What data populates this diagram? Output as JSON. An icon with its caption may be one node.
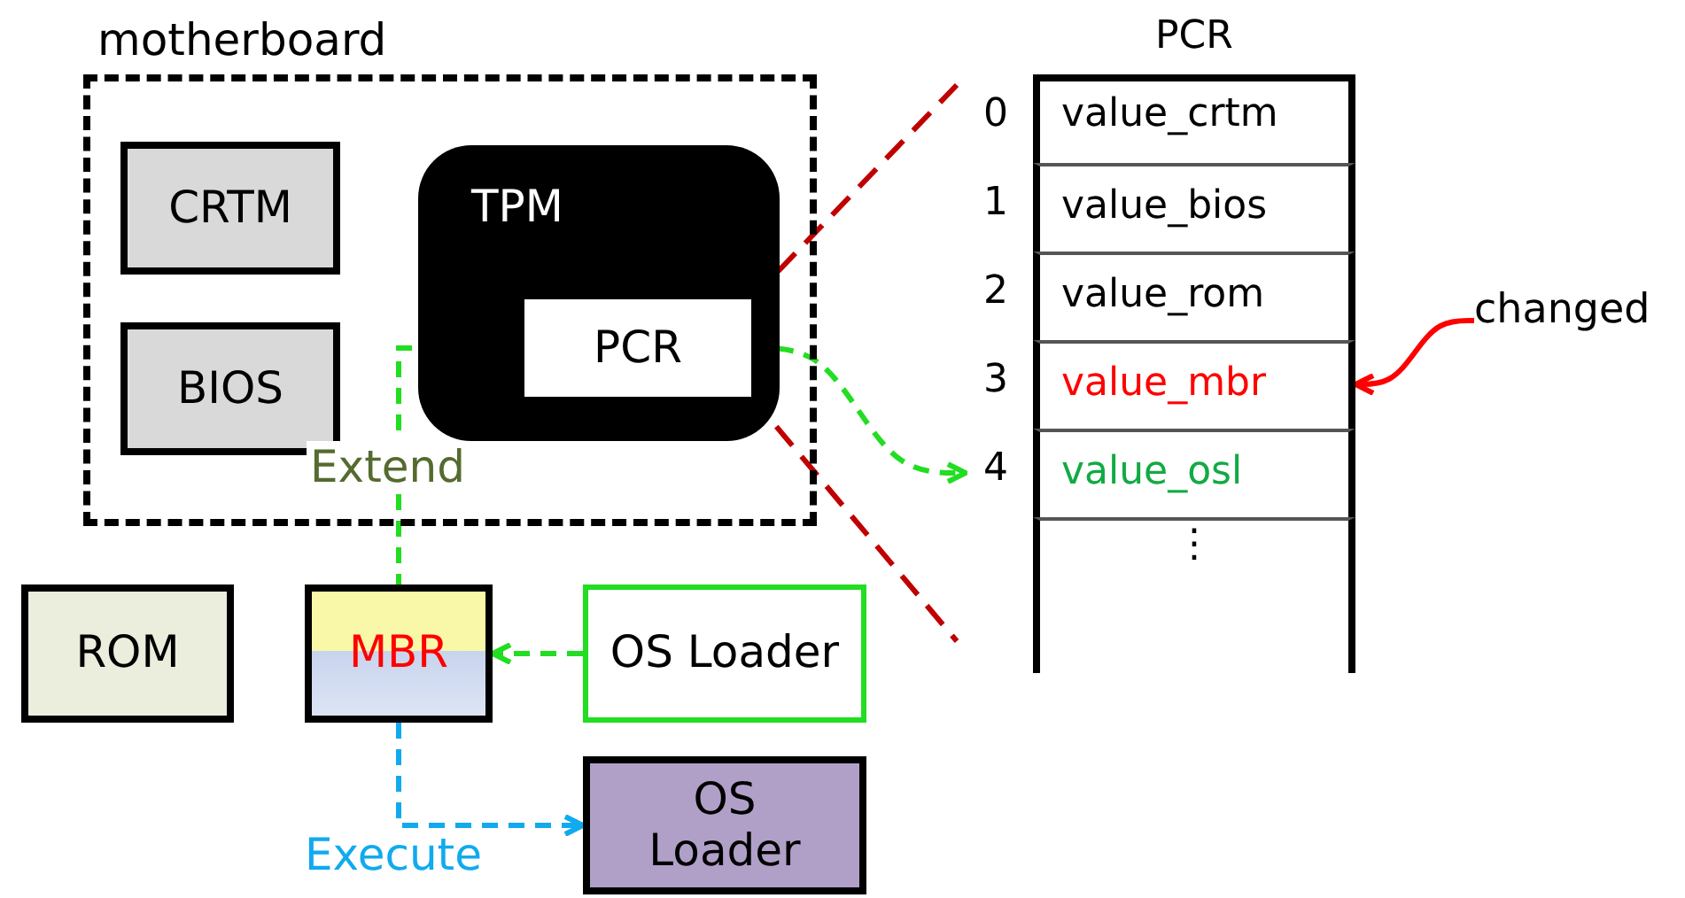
{
  "diagram": {
    "nodes": [
      {
        "text": [
          "motherboard"
        ]
      },
      {
        "text": [
          "CRTM"
        ],
        "in": 0
      },
      {
        "text": [
          "BIOS"
        ],
        "in": 0
      },
      {
        "text": [
          "TPM"
        ],
        "in": 0
      },
      {
        "text": [
          "PCR"
        ],
        "in": 3
      },
      {
        "text": [
          "ROM"
        ]
      },
      {
        "text": [
          "MBR"
        ]
      },
      {
        "text": [
          "OS Loader"
        ]
      },
      {
        "text": [
          "OS Loader"
        ]
      },
      {
        "text": [
          "PCR"
        ]
      },
      {
        "text": [
          "value_crtm"
        ],
        "in": 9,
        "beside": [
          "0"
        ]
      },
      {
        "text": [
          "value_bios"
        ],
        "in": 9,
        "beside": [
          "1"
        ]
      },
      {
        "text": [
          "value_rom"
        ],
        "in": 9,
        "beside": [
          "2"
        ]
      },
      {
        "text": [
          "value_mbr"
        ],
        "in": 9,
        "beside": [
          "3"
        ]
      },
      {
        "text": [
          "value_osl"
        ],
        "in": 9,
        "beside": [
          "4"
        ]
      },
      {
        "text": [
          "⋮"
        ],
        "in": 9
      },
      {
        "text": [
          "changed"
        ]
      }
    ],
    "edges": [
      {
        "from": 6,
        "to": 4,
        "arrow": "to",
        "label": "Extend",
        "style": "dashed"
      },
      {
        "from": 7,
        "to": 6,
        "arrow": "to",
        "style": "dashed"
      },
      {
        "from": 6,
        "to": 8,
        "arrow": "to",
        "label": "Execute",
        "style": "dashed",
        "color": "#11aaee"
      },
      {
        "from": 4,
        "to": 14,
        "arrow": "to",
        "style": "dashed"
      },
      {
        "from": 16,
        "to": 13,
        "arrow": "to",
        "color": "#ff0000"
      },
      {
        "from": 4,
        "to": null,
        "arrow": "none",
        "style": "dashed",
        "color": "#c00000"
      },
      {
        "from": 4,
        "to": null,
        "arrow": "none",
        "style": "dashed",
        "color": "#c00000"
      }
    ]
  }
}
